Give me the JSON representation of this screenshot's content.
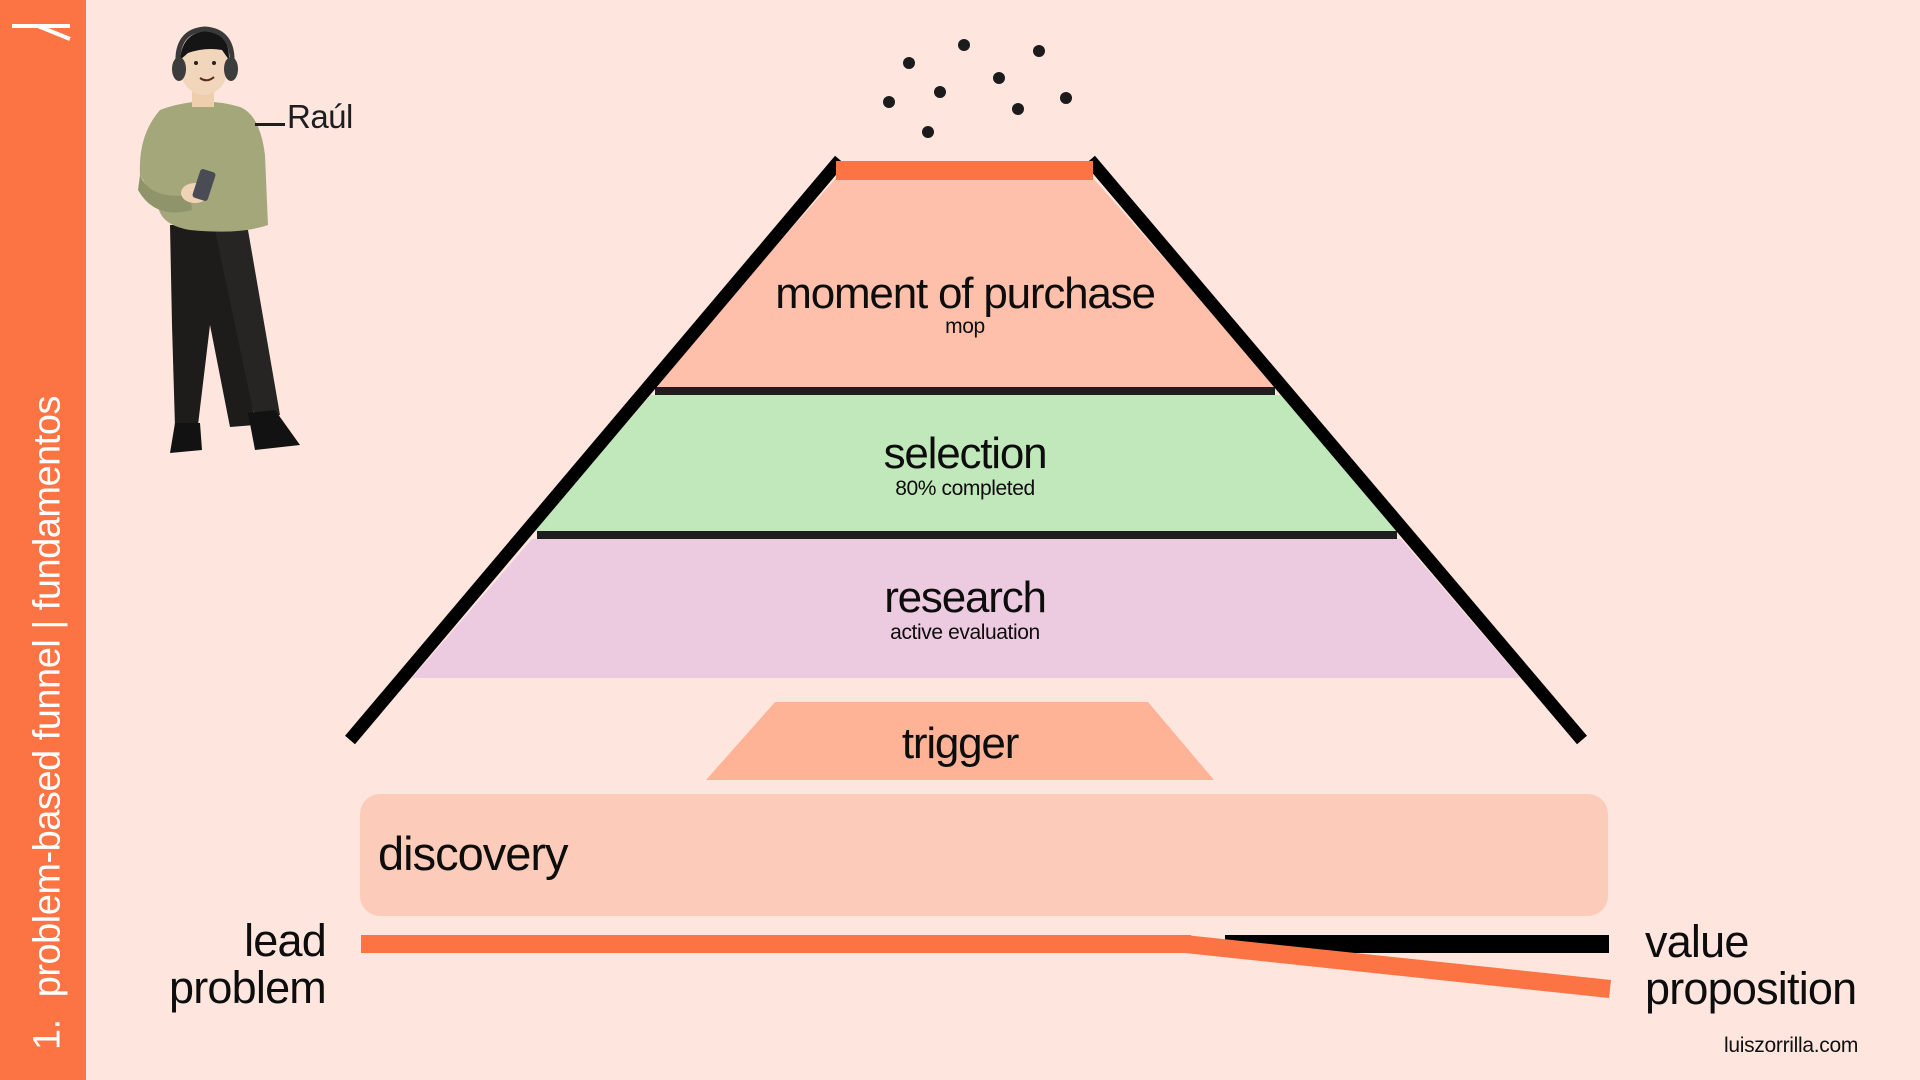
{
  "sidebar": {
    "number": "1.",
    "title": "problem-based funnel | fundamentos",
    "color": "#fc7444",
    "collapse_icon": "collapse-arrow-icon"
  },
  "persona": {
    "name": "Raúl",
    "figure": "person-with-headphones-and-phone"
  },
  "funnel": {
    "top_entry_dots": 9,
    "stages": [
      {
        "id": "mop",
        "title": "moment of purchase",
        "subtitle": "mop",
        "color": "#fec0ab"
      },
      {
        "id": "selection",
        "title": "selection",
        "subtitle": "80% completed",
        "progress_percent": 80,
        "color": "#c1e8bb"
      },
      {
        "id": "research",
        "title": "research",
        "subtitle": "active evaluation",
        "color": "#eccbe0"
      },
      {
        "id": "trigger",
        "title": "trigger",
        "subtitle": "",
        "color": "#ffb396"
      },
      {
        "id": "discovery",
        "title": "discovery",
        "subtitle": "",
        "color": "#fdcbb9"
      }
    ],
    "top_bar_color": "#fc7444",
    "outline_color": "#000000"
  },
  "axis": {
    "left_label_line1": "lead",
    "left_label_line2": "problem",
    "right_label_line1": "value",
    "right_label_line2": "proposition",
    "lead_line_color": "#fc7444",
    "value_line_color": "#000000"
  },
  "footer": {
    "url": "luiszorrilla.com"
  }
}
